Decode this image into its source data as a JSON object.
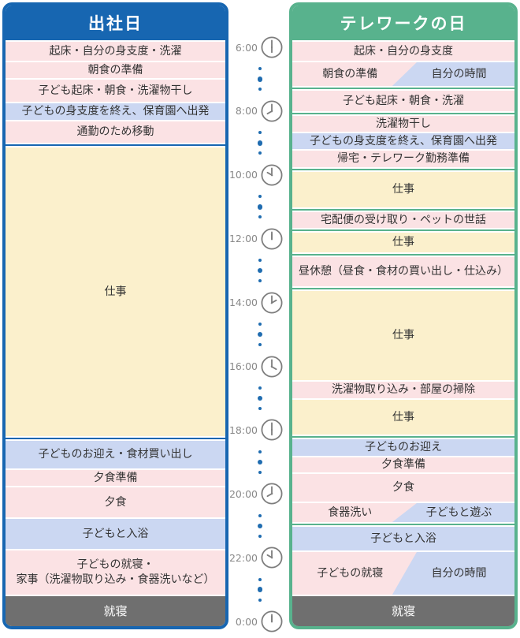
{
  "colors": {
    "office_blue": "#1766b1",
    "telework_green": "#58b28d",
    "task_pink": "#fbe2e4",
    "task_blue": "#cbd7f2",
    "work_cream": "#fbf0cc",
    "sleep_gray": "#6f6f6f",
    "timeline_dot_blue": "#1f6cb0",
    "time_text_gray": "#898989",
    "clock_stroke_gray": "#7d7d7d"
  },
  "columns": {
    "office": {
      "title": "出社日",
      "rows": [
        {
          "label": "起床・自分の身支度・洗濯",
          "type": "pink",
          "h": 24
        },
        {
          "label": "朝食の準備",
          "type": "pink",
          "h": 20
        },
        {
          "label": "子ども起床・朝食・洗濯物干し",
          "type": "pink",
          "h": 28
        },
        {
          "label": "子どもの身支度を終え、保育園へ出発",
          "type": "blue",
          "h": 21
        },
        {
          "label": "通勤のため移動",
          "type": "pink",
          "h": 27
        },
        {
          "label": "仕事",
          "type": "cream",
          "flex": true,
          "sep_before": true
        },
        {
          "label": "子どものお迎え・食材買い出し",
          "type": "blue",
          "h": 35,
          "sep_before": true
        },
        {
          "label": "夕食準備",
          "type": "pink",
          "h": 20
        },
        {
          "label": "夕食",
          "type": "pink",
          "h": 38
        },
        {
          "label": "子どもと入浴",
          "type": "blue",
          "h": 38
        },
        {
          "label": "子どもの就寝・\n家事（洗濯物取り込み・食器洗いなど）",
          "type": "pink",
          "h": 56
        },
        {
          "label": "就寝",
          "type": "gray",
          "h": 38
        }
      ]
    },
    "telework": {
      "title": "テレワークの日",
      "rows": [
        {
          "label": "起床・自分の身支度",
          "type": "pink",
          "h": 24
        },
        {
          "label": "",
          "type": "split",
          "h": 30,
          "left": "朝食の準備",
          "right": "自分の時間"
        },
        {
          "label": "子ども起床・朝食・洗濯",
          "type": "pink",
          "h": 26,
          "sep_before": true
        },
        {
          "label": "洗濯物干し",
          "type": "pink",
          "h": 20,
          "sep_before": true
        },
        {
          "label": "子どもの身支度を終え、保育園へ出発",
          "type": "blue",
          "h": 20
        },
        {
          "label": "帰宅・テレワーク勤務準備",
          "type": "pink",
          "h": 21
        },
        {
          "label": "仕事",
          "type": "cream",
          "h": 45,
          "sep_before": true
        },
        {
          "label": "宅配便の受け取り・ペットの世話",
          "type": "pink",
          "h": 20,
          "sep_before": true
        },
        {
          "label": "仕事",
          "type": "cream",
          "h": 25,
          "sep_before": true
        },
        {
          "label": "昼休憩（昼食・食材の買い出し・仕込み）",
          "type": "pink",
          "h": 37,
          "sep_before": true
        },
        {
          "label": "仕事",
          "type": "cream",
          "flex": true,
          "sep_before": true
        },
        {
          "label": "洗濯物取り込み・部屋の掃除",
          "type": "pink",
          "h": 21
        },
        {
          "label": "仕事",
          "type": "cream",
          "h": 44
        },
        {
          "label": "子どものお迎え",
          "type": "blue",
          "h": 21,
          "sep_before": true
        },
        {
          "label": "夕食準備",
          "type": "pink",
          "h": 19
        },
        {
          "label": "夕食",
          "type": "pink",
          "h": 35
        },
        {
          "label": "",
          "type": "split",
          "h": 24,
          "left": "食器洗い",
          "right": "子どもと遊ぶ"
        },
        {
          "label": "子どもと入浴",
          "type": "blue",
          "h": 30,
          "sep_before": true
        },
        {
          "label": "",
          "type": "split",
          "h": 54,
          "left": "子どもの就寝",
          "right": "自分の時間"
        },
        {
          "label": "就寝",
          "type": "gray",
          "h": 38
        }
      ]
    }
  },
  "timeline": {
    "times": [
      "6:00",
      "8:00",
      "10:00",
      "12:00",
      "14:00",
      "16:00",
      "18:00",
      "20:00",
      "22:00",
      "0:00"
    ]
  }
}
